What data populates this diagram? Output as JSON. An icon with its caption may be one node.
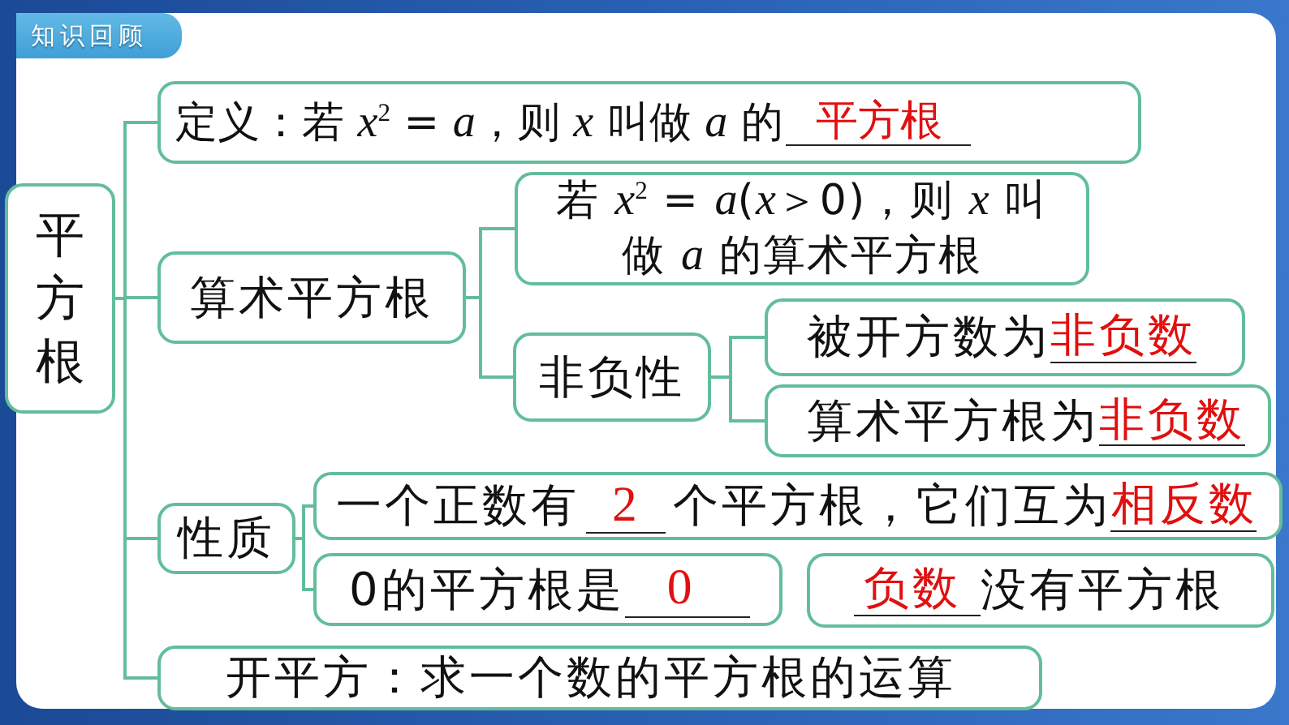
{
  "diagram": {
    "title": "知识回顾",
    "nodes": [
      {
        "text": [
          "平方根"
        ]
      },
      {
        "text": [
          "定义：若 *x*$^{2}$ = *a*，则 *x* 叫做 *a* 的",
          "平方根"
        ]
      },
      {
        "text": [
          "算术平方根"
        ]
      },
      {
        "text": [
          "若 *x*$^{2}$ = *a*(*x*＞0)，则 *x* 叫做 *a* 的算术平方根"
        ]
      },
      {
        "text": [
          "非负性"
        ]
      },
      {
        "text": [
          "被开方数为",
          "非负数"
        ]
      },
      {
        "text": [
          "算术平方根为",
          "非负数"
        ]
      },
      {
        "text": [
          "性质"
        ]
      },
      {
        "text": [
          "一个正数有",
          "2",
          "个平方根，它们互为",
          "相反数"
        ]
      },
      {
        "text": [
          "0的平方根是",
          "0"
        ]
      },
      {
        "text": [
          "负数",
          "没有平方根"
        ]
      },
      {
        "text": [
          "开平方：求一个数的平方根的运算"
        ]
      }
    ],
    "edges": [
      {
        "from": 0,
        "to": 1,
        "arrow": "none"
      },
      {
        "from": 0,
        "to": 2,
        "arrow": "none"
      },
      {
        "from": 0,
        "to": 7,
        "arrow": "none"
      },
      {
        "from": 0,
        "to": 11,
        "arrow": "none"
      },
      {
        "from": 2,
        "to": 3,
        "arrow": "none"
      },
      {
        "from": 2,
        "to": 4,
        "arrow": "none"
      },
      {
        "from": 4,
        "to": 5,
        "arrow": "none"
      },
      {
        "from": 4,
        "to": 6,
        "arrow": "none"
      },
      {
        "from": 7,
        "to": 8,
        "arrow": "none"
      },
      {
        "from": 7,
        "to": 9,
        "arrow": "none"
      }
    ]
  }
}
